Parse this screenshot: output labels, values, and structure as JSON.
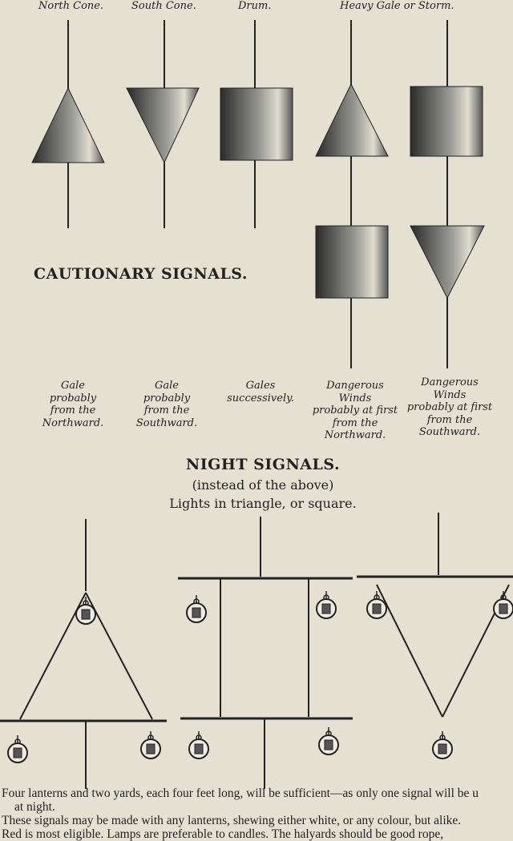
{
  "day_signals": {
    "labels": [
      "North Cone.",
      "South Cone.",
      "Drum.",
      "Heavy Gale or Storm."
    ],
    "heading": "CAUTIONARY SIGNALS.",
    "captions": [
      "Gale\nprobably\nfrom the\nNorthward.",
      "Gale\nprobably\nfrom the\nSouthward.",
      "Gales\nsuccessively.",
      "Dangerous\nWinds\nprobably at first\nfrom the\nNorthward.",
      "Dangerous\nWinds\nprobably at first\nfrom the\nSouthward."
    ]
  },
  "night_signals": {
    "heading": "NIGHT SIGNALS.",
    "subheading": "(instead of the above)",
    "note": "Lights in triangle, or square."
  },
  "body_text": [
    "Four lanterns and two yards, each four feet long, will be sufficient—as only one signal will be u",
    "at night.",
    "These signals may be made with any lanterns, shewing either white, or any colour, but alike.",
    "Red is most eligible.  Lamps are preferable to candles.  The halyards should be good rope,"
  ],
  "colors": {
    "paper": "#e4e1d3",
    "ink": "#222222"
  }
}
